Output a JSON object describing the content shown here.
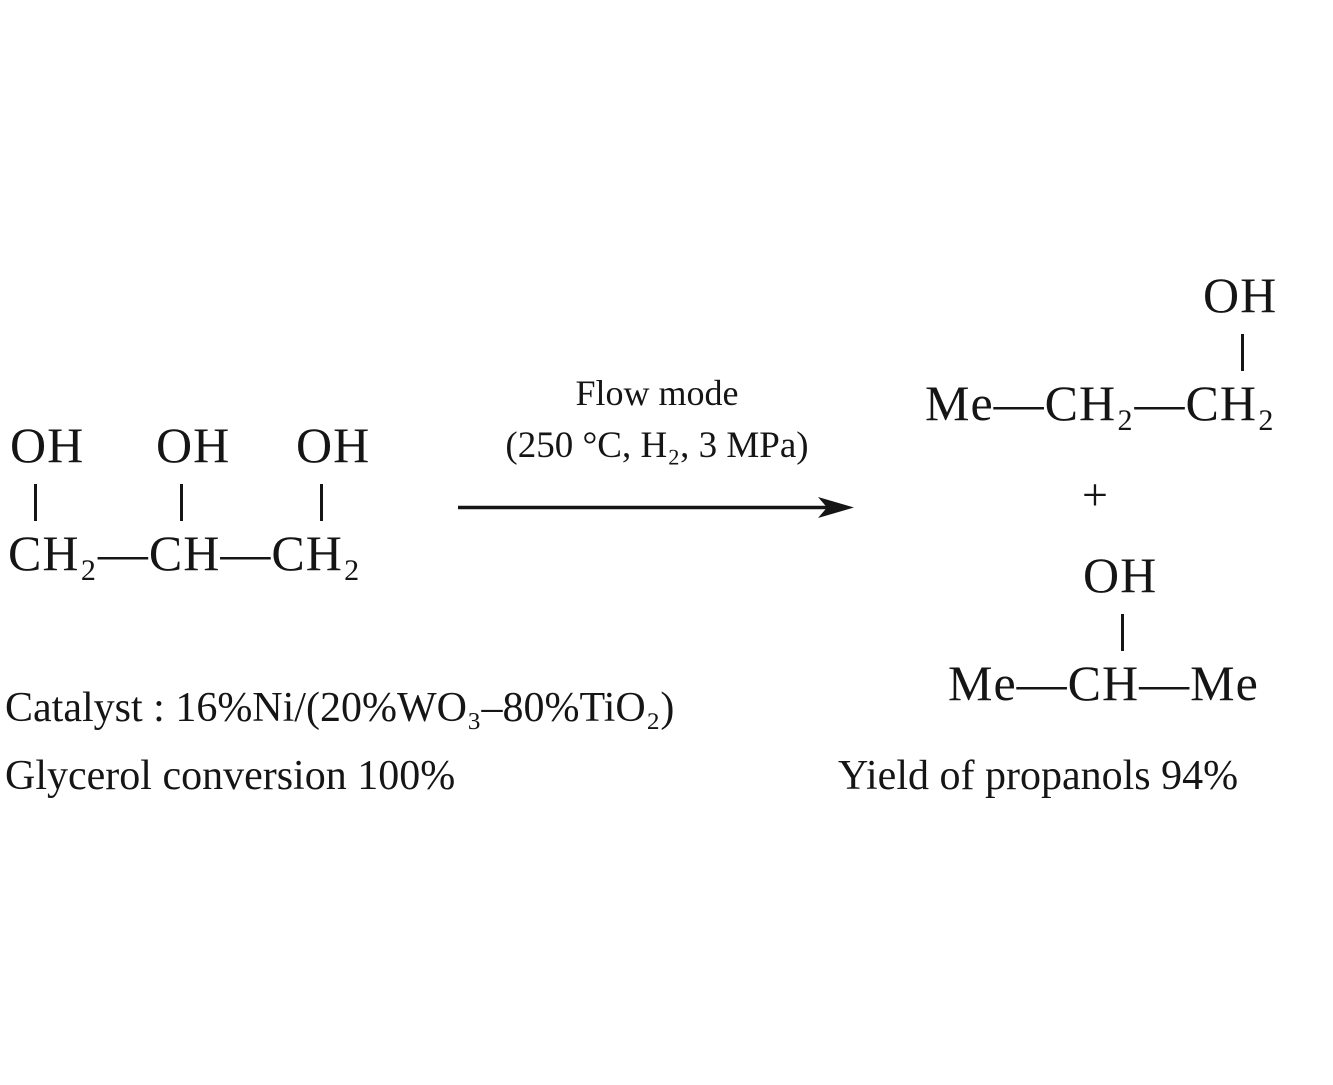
{
  "reaction": {
    "reactant": {
      "name": "glycerol",
      "oh_left": "OH",
      "oh_mid": "OH",
      "oh_right": "OH",
      "backbone": "CH₂—CH—CH₂"
    },
    "arrow": {
      "top_label": "Flow mode",
      "conditions": "(250 °C, H₂, 3 MPa)"
    },
    "products": {
      "plus": "+",
      "propanol1": {
        "oh": "OH",
        "chain": "Me—CH₂—CH₂"
      },
      "propanol2": {
        "oh": "OH",
        "chain": "Me—CH—Me"
      }
    },
    "footer": {
      "catalyst": "Catalyst : 16%Ni/(20%WO₃–80%TiO₂)",
      "conversion": "Glycerol conversion 100%",
      "yield": "Yield of propanols 94%"
    },
    "colors": {
      "ink": "#151515",
      "background": "#ffffff"
    }
  }
}
